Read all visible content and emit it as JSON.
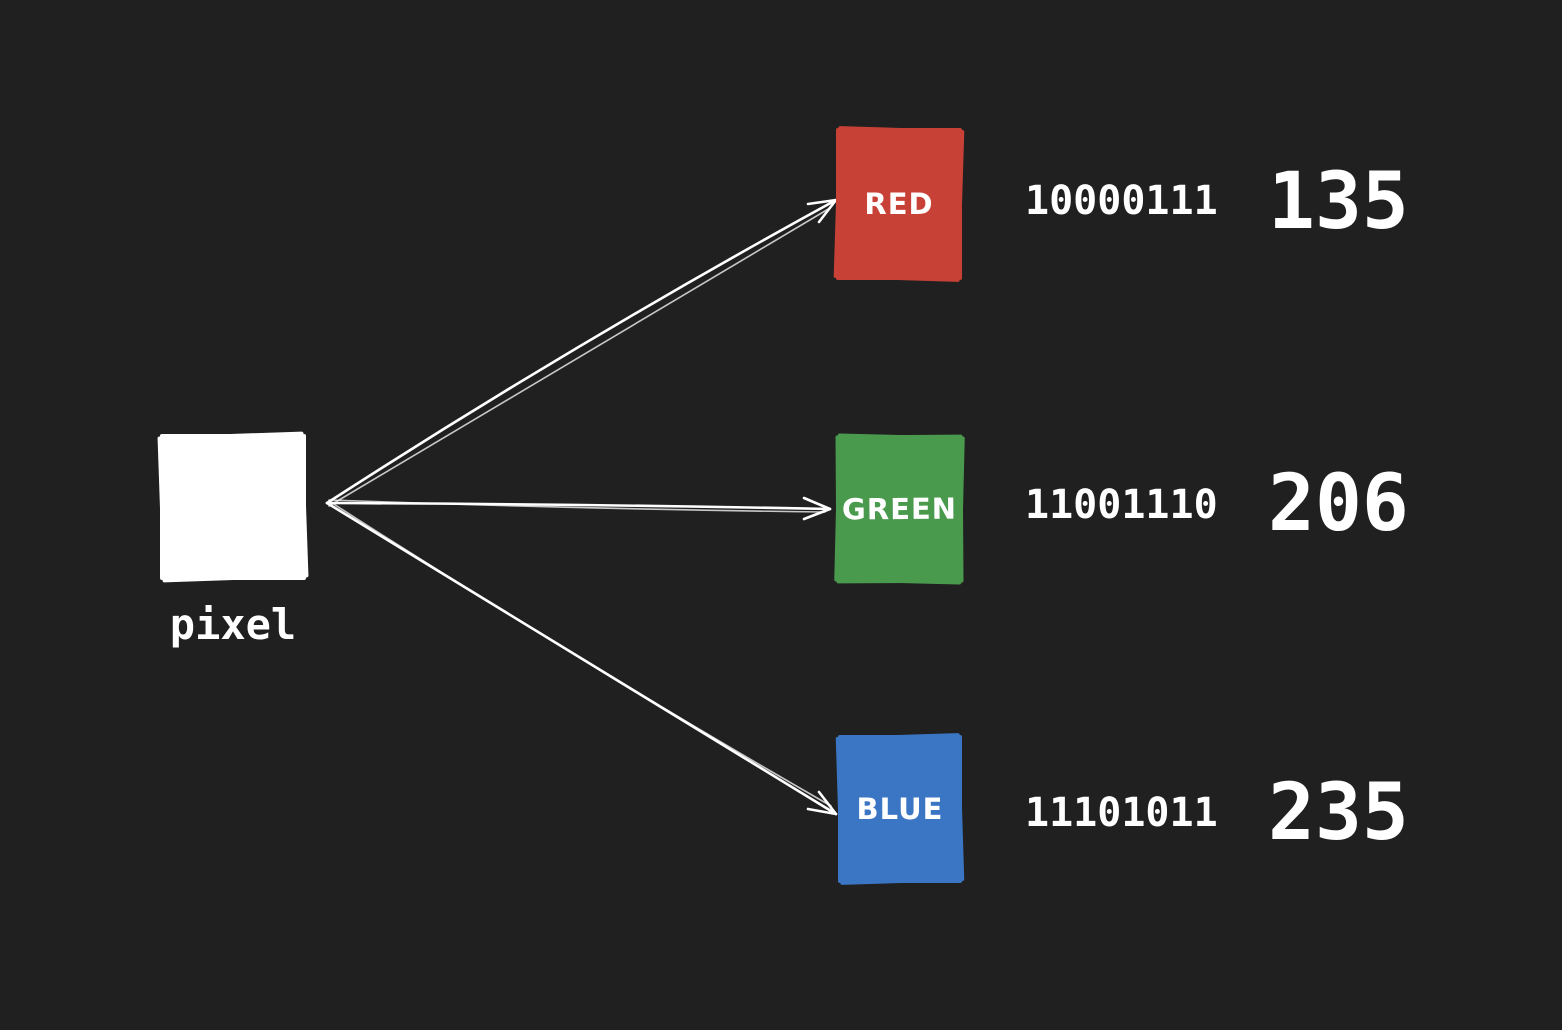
{
  "diagram": {
    "background_color": "#202020",
    "stroke_color": "#ffffff",
    "pixel": {
      "label": "pixel",
      "fill_color": "#ffffff"
    },
    "channels": [
      {
        "id": "red",
        "label": "RED",
        "fill_color": "#c84136",
        "binary": "10000111",
        "decimal": "135"
      },
      {
        "id": "green",
        "label": "GREEN",
        "fill_color": "#4a9a4e",
        "binary": "11001110",
        "decimal": "206"
      },
      {
        "id": "blue",
        "label": "BLUE",
        "fill_color": "#3b76c5",
        "binary": "11101011",
        "decimal": "235"
      }
    ]
  }
}
